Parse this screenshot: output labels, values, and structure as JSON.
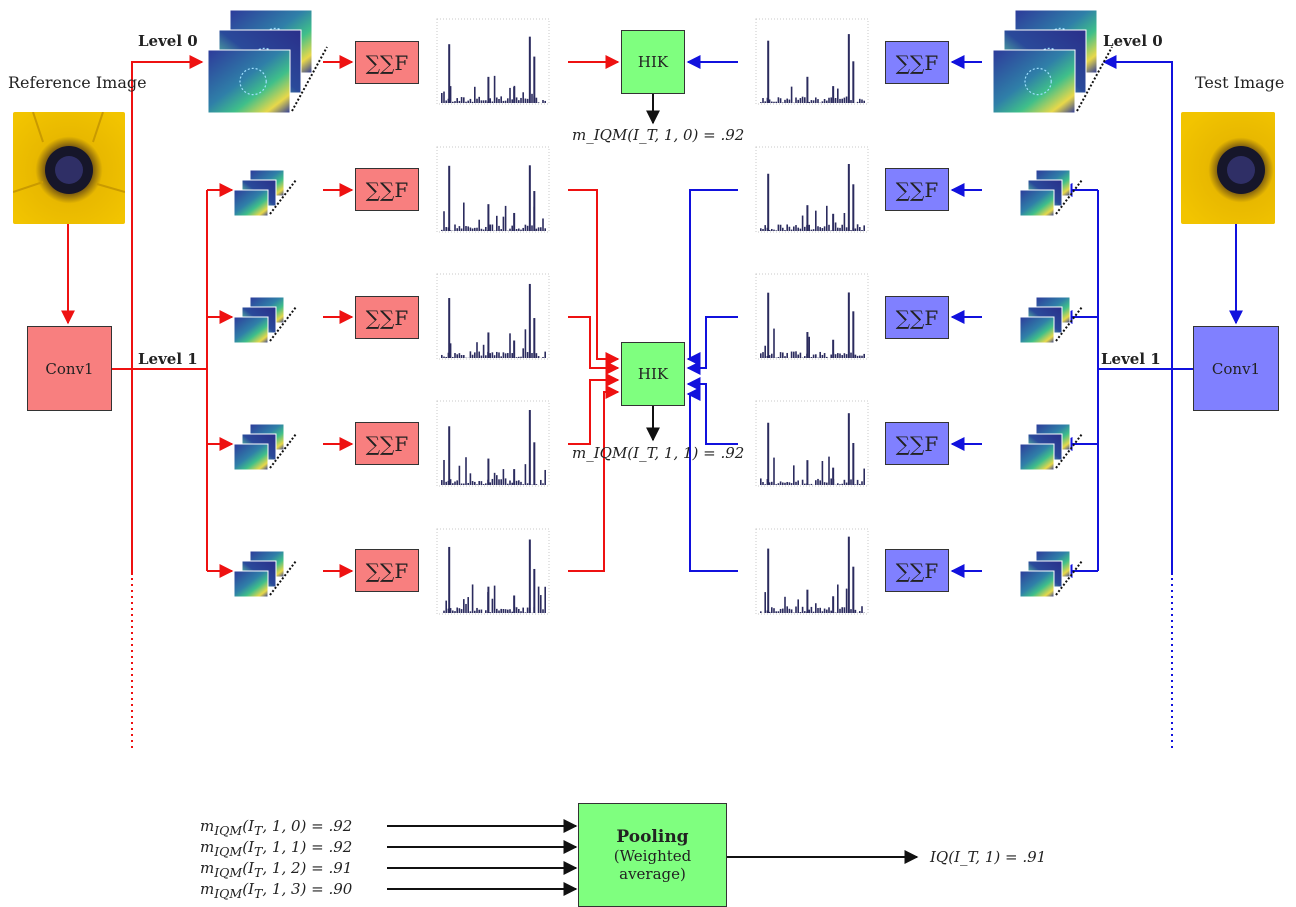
{
  "labels": {
    "reference_image": "Reference Image",
    "test_image": "Test Image",
    "level0": "Level 0",
    "level1": "Level 1",
    "conv1": "Conv1",
    "hik": "HIK",
    "sum_f": "∑∑F",
    "pooling_title": "Pooling",
    "pooling_subtitle": "(Weighted average)"
  },
  "equations": {
    "level0_result": "m_IQM(I_T, 1, 0) = .92",
    "level1_result": "m_IQM(I_T, 1, 1) = .92",
    "final_result": "IQ(I_T, 1) = .91"
  },
  "pooling_inputs": [
    {
      "idx": "0",
      "value": ".92"
    },
    {
      "idx": "1",
      "value": ".92"
    },
    {
      "idx": "2",
      "value": ".91"
    },
    {
      "idx": "3",
      "value": ".90"
    }
  ],
  "colors": {
    "reference_flow": "#ee1111",
    "test_flow": "#1111dd",
    "conv_red": "#f87f7f",
    "conv_blue": "#8080ff",
    "hik_green": "#7fff7f",
    "histogram_bar": "#2b2b5e"
  }
}
